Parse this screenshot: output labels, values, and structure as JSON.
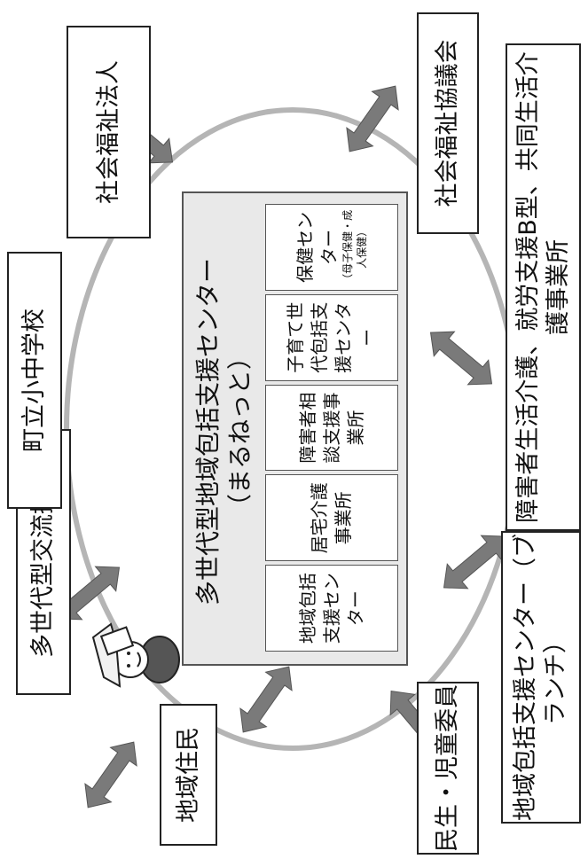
{
  "center": {
    "title": "多世代型地域包括支援センター",
    "subtitle": "（まるねっと）",
    "cells": [
      {
        "label": "地域包括支援センター"
      },
      {
        "label": "居宅介護事業所"
      },
      {
        "label": "障害者相談支援事業所"
      },
      {
        "label": "子育て世代包括支援センター"
      },
      {
        "label": "保健センター",
        "note": "（母子保健・成人保健）"
      }
    ]
  },
  "partners": {
    "exchange": "多世代型交流拠点",
    "school": "町立小中学校",
    "welfare_corp": "社会福祉法人",
    "council": "社会福祉協議会",
    "disability": "障害者生活介護、就労支援B型、共同生活介護事業所",
    "branch": "地域包括支援センター（ブランチ）",
    "commissioner": "民生・児童委員",
    "residents": "地域住民"
  },
  "colors": {
    "arrow": "#7a7a7a",
    "center_bg": "#e9e9e9",
    "ring": "#b5b5b5"
  }
}
